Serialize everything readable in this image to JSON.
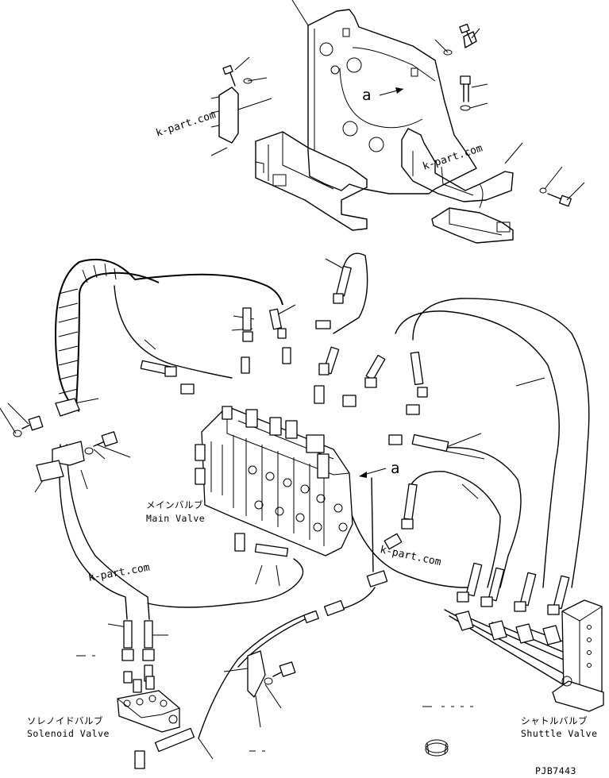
{
  "watermark": "k-part.com",
  "callouts": {
    "view_a_top": "a",
    "view_a_mid": "a"
  },
  "labels": {
    "main_valve_jp": "メインバルブ",
    "main_valve_en": "Main Valve",
    "solenoid_valve_jp": "ソレノイドバルブ",
    "solenoid_valve_en": "Solenoid Valve",
    "shuttle_valve_jp": "シャトルバルブ",
    "shuttle_valve_en": "Shuttle Valve"
  },
  "drawing_code": "PJB7443",
  "icons": [
    "bolt-icon",
    "washer-icon",
    "hose-fitting-icon",
    "hose-clamp-icon",
    "clip-icon"
  ]
}
